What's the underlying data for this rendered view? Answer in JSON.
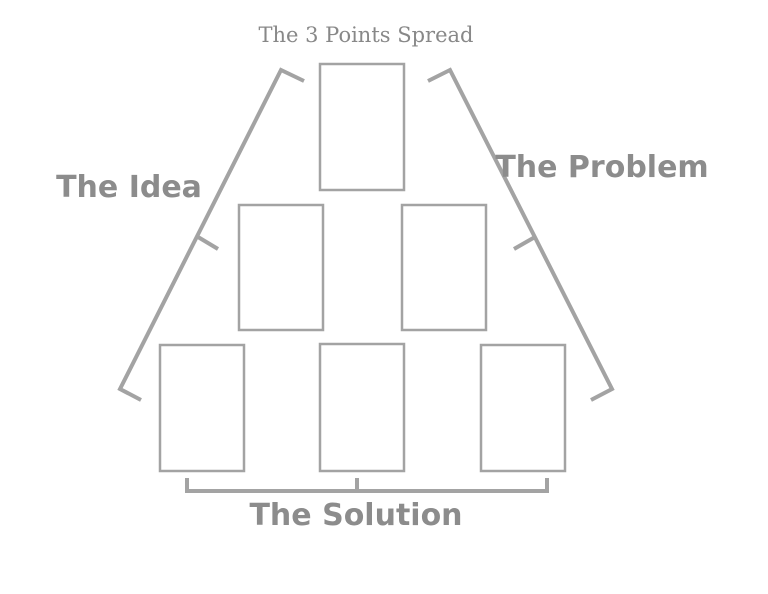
{
  "title": "The 3 Points Spread",
  "labels": {
    "idea": "The Idea",
    "problem": "The Problem",
    "solution": "The Solution"
  },
  "cards": [
    {
      "name": "card-top-center"
    },
    {
      "name": "card-middle-left"
    },
    {
      "name": "card-middle-right"
    },
    {
      "name": "card-bottom-left"
    },
    {
      "name": "card-bottom-center"
    },
    {
      "name": "card-bottom-right"
    }
  ],
  "colors": {
    "stroke": "#a3a3a3",
    "text": "#8c8c8c"
  }
}
